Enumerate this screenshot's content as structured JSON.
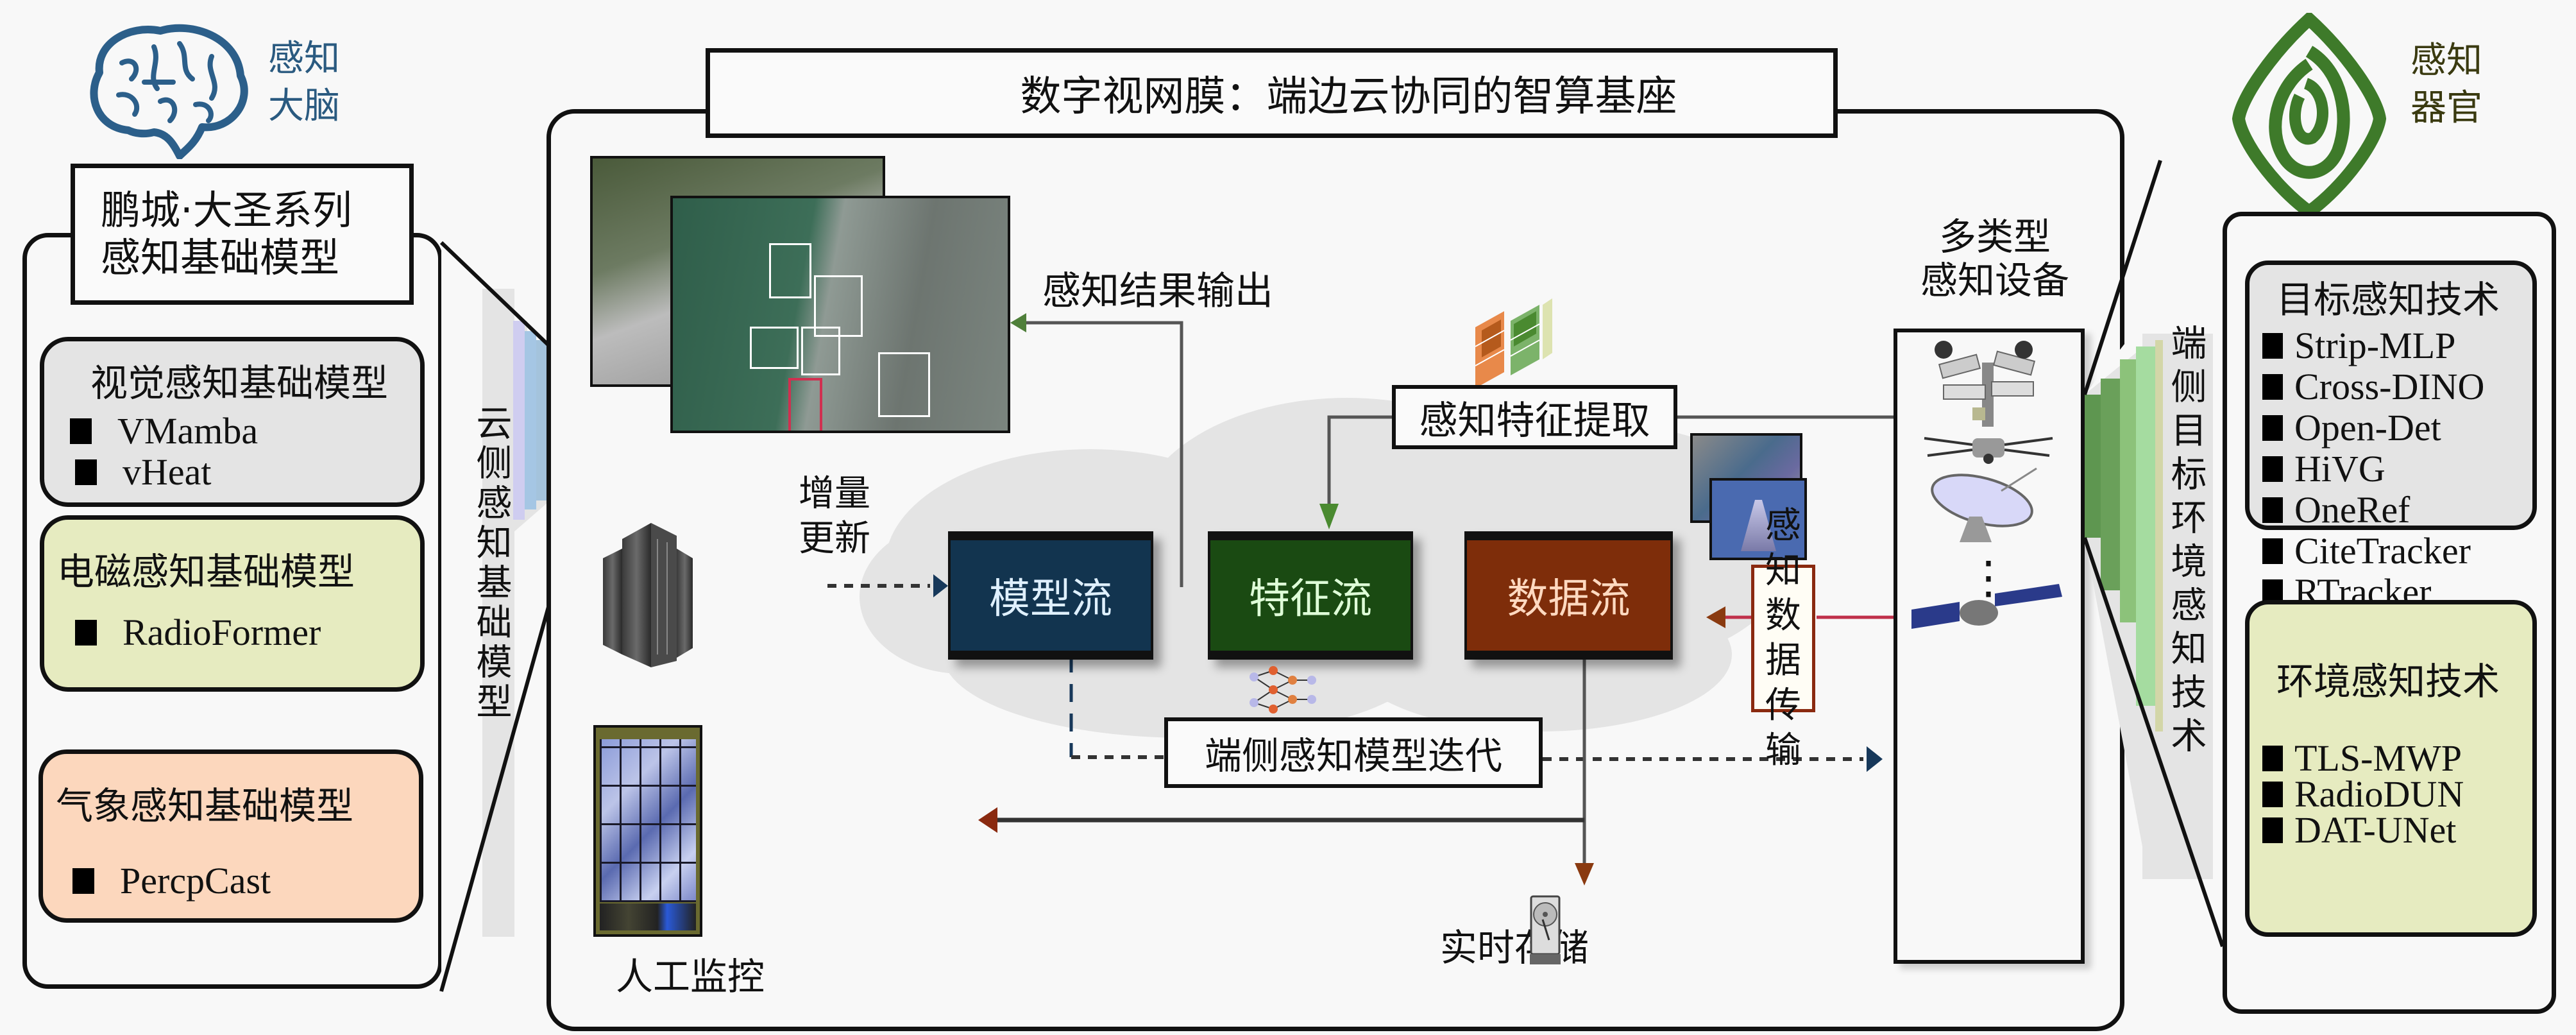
{
  "header": {
    "title": "数字视网膜：端边云协同的智算基座"
  },
  "left_panel": {
    "logo_label_line1": "感知",
    "logo_label_line2": "大脑",
    "logo_icon": "brain-icon",
    "title_line1": "鹏城·大圣系列",
    "title_line2": "感知基础模型",
    "funnel_label": "云侧感知基础模型",
    "groups": [
      {
        "title": "视觉感知基础模型",
        "color": "#e4e4e4",
        "items": [
          "VMamba",
          "vHeat"
        ]
      },
      {
        "title": "电磁感知基础模型",
        "color": "#e6ebc0",
        "items": [
          "RadioFormer"
        ]
      },
      {
        "title": "气象感知基础模型",
        "color": "#fcd7bd",
        "items": [
          "PercpCast"
        ]
      }
    ]
  },
  "right_panel": {
    "logo_label_line1": "感知",
    "logo_label_line2": "器官",
    "logo_icon": "eye-icon",
    "funnel_label": "端侧目标环境感知技术",
    "groups": [
      {
        "title": "目标感知技术",
        "color": "#e4e4e4",
        "items": [
          "Strip-MLP",
          "Cross-DINO",
          "Open-Det",
          "HiVG",
          "OneRef",
          "CiteTracker",
          "RTracker"
        ]
      },
      {
        "title": "环境感知技术",
        "color": "#e6ebc0",
        "items": [
          "TLS-MWP",
          "RadioDUN",
          "DAT-UNet"
        ]
      }
    ]
  },
  "center": {
    "flows": [
      {
        "label": "模型流",
        "color": "#12344f",
        "text_color": "#dff0ff"
      },
      {
        "label": "特征流",
        "color": "#1a4a12",
        "text_color": "#dfffd8"
      },
      {
        "label": "数据流",
        "color": "#7e2d0a",
        "text_color": "#ffd9c0"
      }
    ],
    "labels": {
      "perception_output": "感知结果输出",
      "feature_extraction": "感知特征提取",
      "incremental_update_line1": "增量",
      "incremental_update_line2": "更新",
      "edge_model_iteration": "端侧感知模型迭代",
      "data_transfer_line1": "感知",
      "data_transfer_line2": "数据",
      "data_transfer_line3": "传输",
      "devices_line1": "多类型",
      "devices_line2": "感知设备",
      "manual_monitoring": "人工监控",
      "realtime_storage": "实时存储",
      "ellipsis": "⋮"
    },
    "icons": {
      "traffic_images": "traffic-camera-images",
      "feature_map": "feature-map-icon",
      "server": "server-rack-icon",
      "neural_net": "neural-network-icon",
      "video_wall": "video-wall-image",
      "hard_drive": "hard-drive-icon",
      "ship_images": "ship-images",
      "devices": [
        "surveillance-camera-icon",
        "drone-icon",
        "satellite-dish-icon",
        "satellite-icon"
      ]
    },
    "arrow_colors": {
      "output": "#4f7f3a",
      "feature": "#4a8a30",
      "model_update": "#17385a",
      "data": "#7e2d0a"
    }
  }
}
